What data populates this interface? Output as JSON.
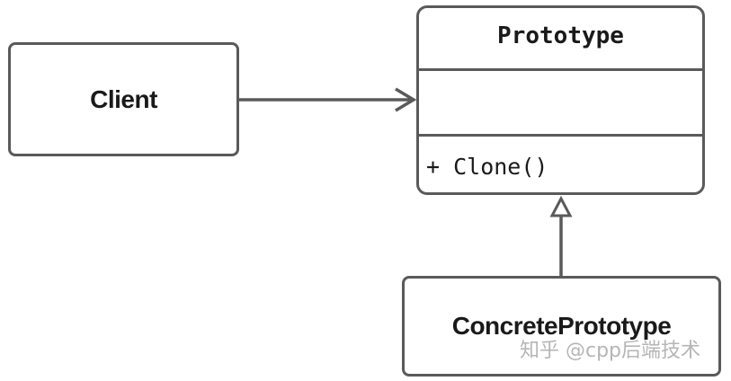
{
  "client": {
    "label": "Client"
  },
  "prototype": {
    "name": "Prototype",
    "attributes": [],
    "methods": [
      "+ Clone()"
    ]
  },
  "concrete": {
    "label": "ConcretePrototype"
  },
  "relations": [
    {
      "from": "Client",
      "to": "Prototype",
      "kind": "association"
    },
    {
      "from": "ConcretePrototype",
      "to": "Prototype",
      "kind": "realization"
    }
  ],
  "watermark": "知乎 @cpp后端技术",
  "colors": {
    "stroke": "#5a5a5a",
    "text": "#1a1a1a"
  }
}
